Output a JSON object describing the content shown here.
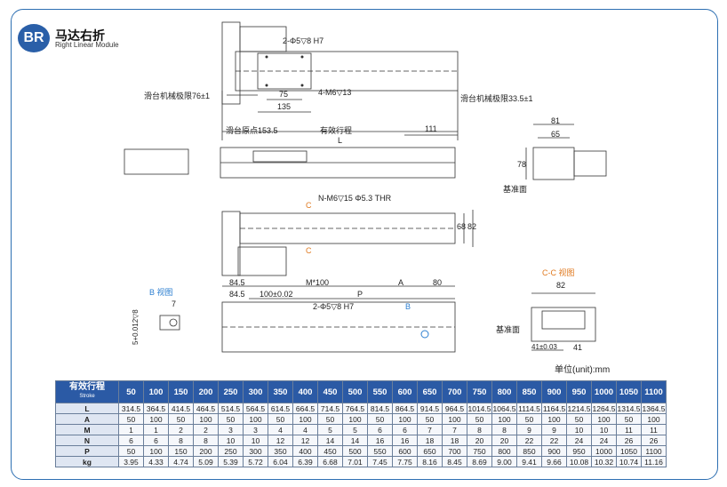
{
  "header": {
    "badge": "BR",
    "title_cn": "马达右折",
    "title_en": "Right Linear Module"
  },
  "labels": {
    "hole_top": "2-Φ5▽8 H7",
    "m6": "4-M6▽13",
    "dim75": "75",
    "dim135": "135",
    "limit_left": "滑台机械极限76±1",
    "limit_right": "滑台机械极限33.5±1",
    "origin": "滑台原点153.5",
    "stroke": "有效行程",
    "dim111": "111",
    "L": "L",
    "dim81": "81",
    "dim65": "65",
    "dim78": "78",
    "datum1": "基准面",
    "thr": "N-M6▽15 Φ5.3 THR",
    "c_top": "C",
    "c_bot": "C",
    "dim68": "68",
    "dim82v": "82",
    "d845a": "84.5",
    "m100": "M*100",
    "A": "A",
    "dim80": "80",
    "d845b": "84.5",
    "d100": "100±0.02",
    "P": "P",
    "hole_bot": "2-Φ5▽8 H7",
    "B": "B",
    "bview": "B 视图",
    "dim7": "7",
    "tol5": "5+0.012▽8",
    "cc_view": "C-C 视图",
    "dim82h": "82",
    "datum2": "基准面",
    "d41t": "41±0.03",
    "d41": "41",
    "unit": "单位(unit):mm"
  },
  "table": {
    "head_cn": "有效行程",
    "head_en": "Stroke",
    "strokes": [
      "50",
      "100",
      "150",
      "200",
      "250",
      "300",
      "350",
      "400",
      "450",
      "500",
      "550",
      "600",
      "650",
      "700",
      "750",
      "800",
      "850",
      "900",
      "950",
      "1000",
      "1050",
      "1100"
    ],
    "rows": [
      {
        "label": "L",
        "values": [
          "314.5",
          "364.5",
          "414.5",
          "464.5",
          "514.5",
          "564.5",
          "614.5",
          "664.5",
          "714.5",
          "764.5",
          "814.5",
          "864.5",
          "914.5",
          "964.5",
          "1014.5",
          "1064.5",
          "1114.5",
          "1164.5",
          "1214.5",
          "1264.5",
          "1314.5",
          "1364.5"
        ]
      },
      {
        "label": "A",
        "values": [
          "50",
          "100",
          "50",
          "100",
          "50",
          "100",
          "50",
          "100",
          "50",
          "100",
          "50",
          "100",
          "50",
          "100",
          "50",
          "100",
          "50",
          "100",
          "50",
          "100",
          "50",
          "100"
        ]
      },
      {
        "label": "M",
        "values": [
          "1",
          "1",
          "2",
          "2",
          "3",
          "3",
          "4",
          "4",
          "5",
          "5",
          "6",
          "6",
          "7",
          "7",
          "8",
          "8",
          "9",
          "9",
          "10",
          "10",
          "11",
          "11"
        ]
      },
      {
        "label": "N",
        "values": [
          "6",
          "6",
          "8",
          "8",
          "10",
          "10",
          "12",
          "12",
          "14",
          "14",
          "16",
          "16",
          "18",
          "18",
          "20",
          "20",
          "22",
          "22",
          "24",
          "24",
          "26",
          "26"
        ]
      },
      {
        "label": "P",
        "values": [
          "50",
          "100",
          "150",
          "200",
          "250",
          "300",
          "350",
          "400",
          "450",
          "500",
          "550",
          "600",
          "650",
          "700",
          "750",
          "800",
          "850",
          "900",
          "950",
          "1000",
          "1050",
          "1100"
        ]
      },
      {
        "label": "kg",
        "values": [
          "3.95",
          "4.33",
          "4.74",
          "5.09",
          "5.39",
          "5.72",
          "6.04",
          "6.39",
          "6.68",
          "7.01",
          "7.45",
          "7.75",
          "8.16",
          "8.45",
          "8.69",
          "9.00",
          "9.41",
          "9.66",
          "10.08",
          "10.32",
          "10.74",
          "11.16"
        ]
      }
    ]
  }
}
